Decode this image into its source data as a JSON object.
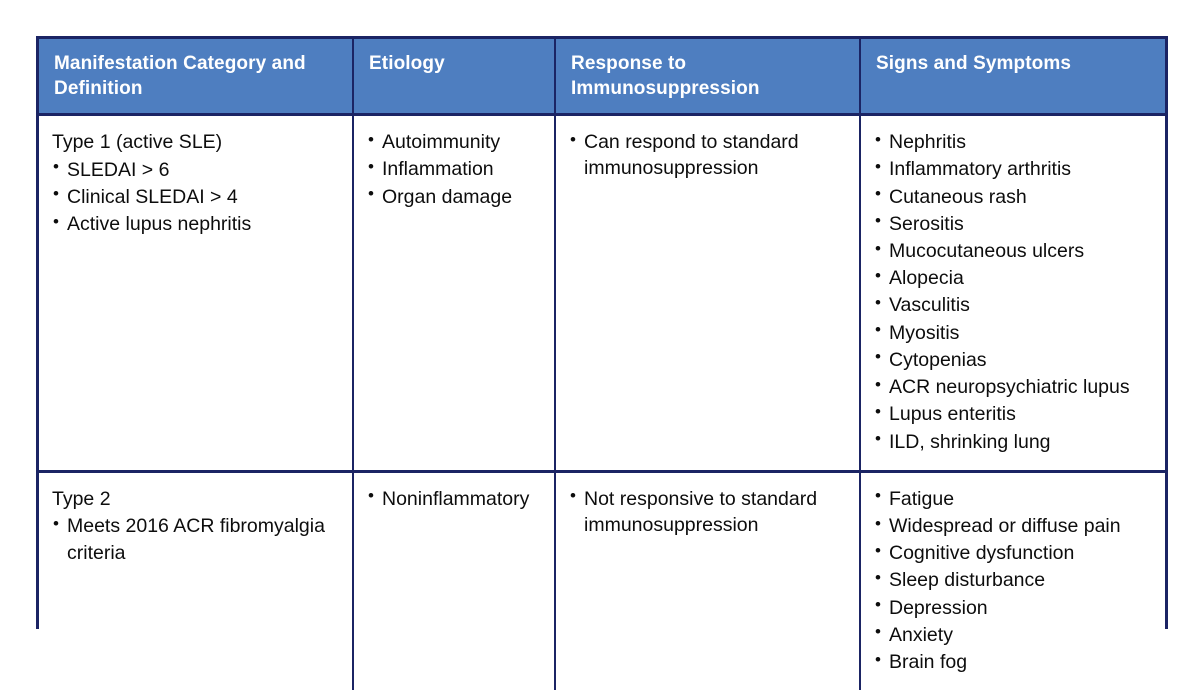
{
  "table": {
    "border_color": "#1b2464",
    "header_fill": "#4e7ec0",
    "header_text_color": "#ffffff",
    "body_text_color": "#0d0d0d",
    "columns": [
      {
        "id": "manifestation",
        "line1": "Manifestation Category and",
        "line2": "Definition"
      },
      {
        "id": "etiology",
        "line1": "Etiology",
        "line2": ""
      },
      {
        "id": "response",
        "line1": "Response to",
        "line2": "Immunosuppression"
      },
      {
        "id": "signs",
        "line1": "Signs and Symptoms",
        "line2": ""
      }
    ],
    "rows": [
      {
        "id": "type-1",
        "manifestation": {
          "title": "Type 1 (active SLE)",
          "bullets": [
            "SLEDAI > 6",
            "Clinical SLEDAI > 4",
            "Active lupus nephritis"
          ]
        },
        "etiology": {
          "bullets": [
            "Autoimmunity",
            "Inflammation",
            "Organ damage"
          ]
        },
        "response": {
          "bullets": [
            "Can respond to standard immunosuppression"
          ]
        },
        "signs": {
          "bullets": [
            "Nephritis",
            "Inflammatory arthritis",
            "Cutaneous rash",
            "Serositis",
            "Mucocutaneous ulcers",
            "Alopecia",
            "Vasculitis",
            "Myositis",
            "Cytopenias",
            "ACR neuropsychiatric lupus",
            "Lupus enteritis",
            "ILD, shrinking lung"
          ]
        }
      },
      {
        "id": "type-2",
        "manifestation": {
          "title": "Type 2",
          "bullets": [
            "Meets 2016 ACR fibromyalgia criteria"
          ]
        },
        "etiology": {
          "bullets": [
            "Noninflammatory"
          ]
        },
        "response": {
          "bullets": [
            "Not responsive to standard immunosuppression"
          ]
        },
        "signs": {
          "bullets": [
            "Fatigue",
            "Widespread or diffuse pain",
            "Cognitive dysfunction",
            "Sleep disturbance",
            "Depression",
            "Anxiety",
            "Brain fog"
          ]
        }
      }
    ]
  }
}
